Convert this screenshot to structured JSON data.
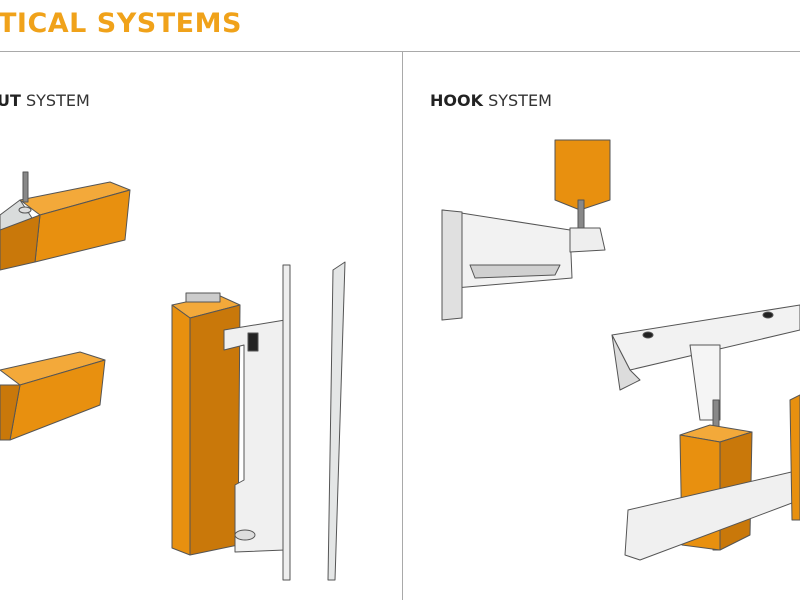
{
  "header": {
    "title": "TICAL SYSTEMS"
  },
  "panels": [
    {
      "label_bold": "UT",
      "label_rest": "SYSTEM"
    },
    {
      "label_bold": "HOOK",
      "label_rest": "SYSTEM"
    }
  ],
  "colors": {
    "accent": "#f0a21a",
    "wood": "#e8900f",
    "wood_dark": "#c9780a",
    "metal": "#e4e6e6",
    "line": "#555555"
  }
}
